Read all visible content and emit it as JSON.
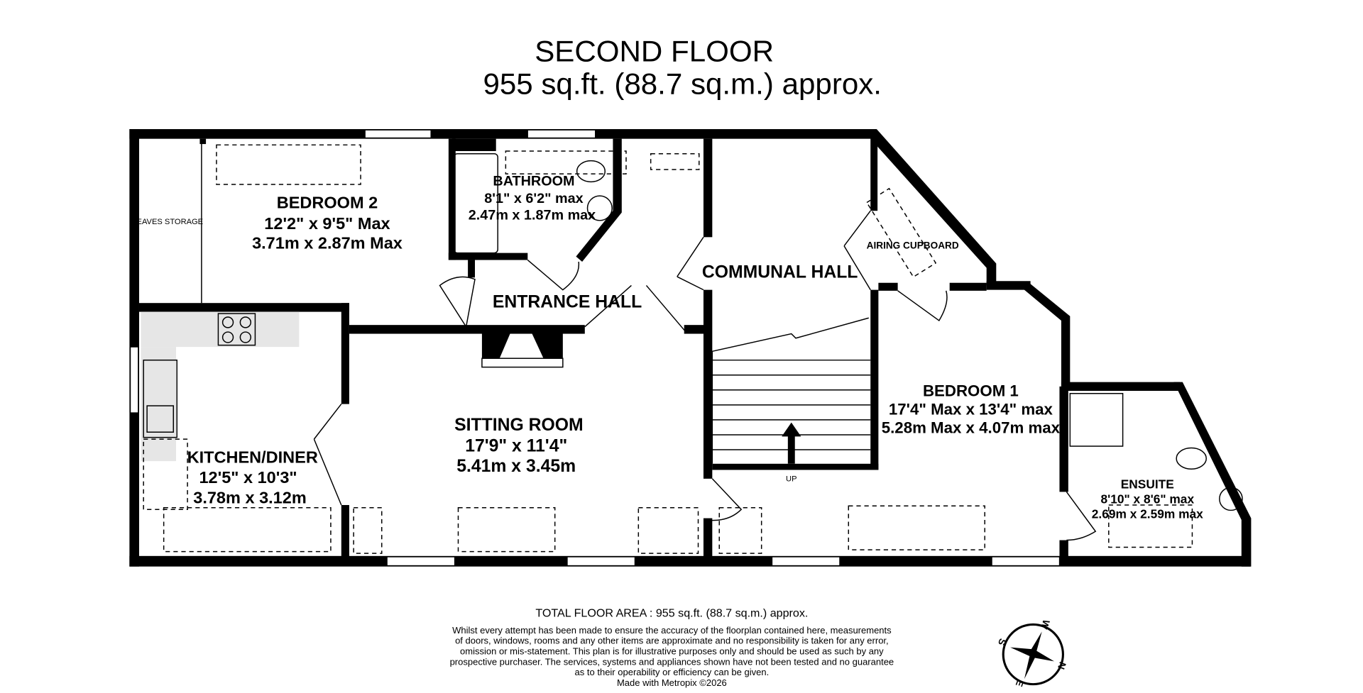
{
  "header": {
    "title": "SECOND FLOOR",
    "area": "955 sq.ft. (88.7 sq.m.) approx."
  },
  "rooms": {
    "bedroom2": {
      "name": "BEDROOM 2",
      "imperial": "12'2\"  x 9'5\" Max",
      "metric": "3.71m  x 2.87m Max"
    },
    "bathroom": {
      "name": "BATHROOM",
      "imperial": "8'1\"  x 6'2\" max",
      "metric": "2.47m  x 1.87m max"
    },
    "eaves": {
      "name": "EAVES STORAGE"
    },
    "communal_hall": {
      "name": "COMMUNAL HALL"
    },
    "airing_cupboard": {
      "name": "AIRING CUPBOARD"
    },
    "entrance_hall": {
      "name": "ENTRANCE HALL"
    },
    "sitting_room": {
      "name": "SITTING ROOM",
      "imperial": "17'9\"  x 11'4\"",
      "metric": "5.41m  x 3.45m"
    },
    "kitchen": {
      "name": "KITCHEN/DINER",
      "imperial": "12'5\"  x 10'3\"",
      "metric": "3.78m  x 3.12m"
    },
    "bedroom1": {
      "name": "BEDROOM 1",
      "imperial": "17'4\" Max x 13'4\" max",
      "metric": "5.28m Max x 4.07m max"
    },
    "ensuite": {
      "name": "ENSUITE",
      "imperial": "8'10\"  x 8'6\" max",
      "metric": "2.69m  x 2.59m max"
    },
    "stairs": {
      "label": "UP"
    }
  },
  "footer": {
    "total": "TOTAL FLOOR AREA : 955 sq.ft. (88.7 sq.m.) approx.",
    "disclaimer": [
      "Whilst every attempt has been made to ensure the accuracy of the floorplan contained here, measurements",
      "of doors, windows, rooms and any other items are approximate and no responsibility is taken for any error,",
      "omission or mis-statement. This plan is for illustrative purposes only and should be used as such by any",
      "prospective purchaser. The services, systems and appliances shown have not been tested and no guarantee",
      "as to their operability or efficiency can be given."
    ],
    "credit": "Made with Metropix ©2026"
  },
  "compass": {
    "icon": "compass-icon",
    "n": "N",
    "e": "E",
    "s": "S",
    "w": "W"
  },
  "colors": {
    "walls": "#000000",
    "counter": "#e6e6e6"
  }
}
